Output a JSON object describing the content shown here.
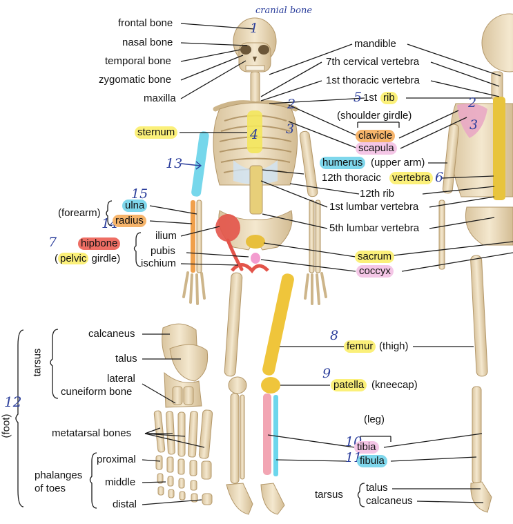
{
  "annotation": {
    "cranial_note": "cranial bone",
    "nums": {
      "n1": "1",
      "n2a": "2",
      "n2b": "2",
      "n3a": "3",
      "n3b": "3",
      "n4": "4",
      "n5": "5",
      "n6": "6",
      "n7": "7",
      "n8": "8",
      "n9": "9",
      "n10": "10",
      "n11": "11",
      "n12": "12",
      "n13": "13",
      "n14": "14",
      "n15": "15"
    }
  },
  "labels": {
    "frontal_bone": "frontal bone",
    "nasal_bone": "nasal bone",
    "temporal_bone": "temporal bone",
    "zygomatic_bone": "zygomatic bone",
    "maxilla": "maxilla",
    "mandible": "mandible",
    "cervical": "7th cervical vertebra",
    "thoracic1": "1st thoracic vertebra",
    "rib1_prefix": "1st",
    "rib": "rib",
    "shoulder_girdle": "(shoulder girdle)",
    "clavicle": "clavicle",
    "scapula": "scapula",
    "sternum": "sternum",
    "humerus": "humerus",
    "upper_arm": "(upper arm)",
    "thoracic12_prefix": "12th thoracic",
    "vertebra": "vertebra",
    "rib12": "12th rib",
    "lumbar1": "1st lumbar vertebra",
    "lumbar5": "5th lumbar vertebra",
    "forearm": "(forearm)",
    "ulna": "ulna",
    "radius": "radius",
    "hipbone": "hipbone",
    "pelvic": "pelvic",
    "girdle": "girdle)",
    "ilium": "ilium",
    "pubis": "pubis",
    "ischium": "ischium",
    "sacrum": "sacrum",
    "coccyx": "coccyx",
    "femur": "femur",
    "thigh": "(thigh)",
    "patella": "patella",
    "kneecap": "(kneecap)",
    "leg": "(leg)",
    "tibia": "tibia",
    "fibula": "fibula",
    "tarsus_right": "tarsus",
    "talus_right": "talus",
    "calcaneus_right": "calcaneus",
    "tarsus_left": "tarsus",
    "calcaneus_left": "calcaneus",
    "talus_left": "talus",
    "lateral": "lateral",
    "cuneiform": "cuneiform bone",
    "foot": "(foot)",
    "metatarsal": "metatarsal bones",
    "proximal": "proximal",
    "phalanges": "phalanges",
    "of_toes": "of toes",
    "middle": "middle",
    "distal": "distal"
  },
  "colors": {
    "yellow": "#fbf07a",
    "orange": "#f6b46b",
    "pink": "#f4b9de",
    "blue": "#7fd7ec",
    "red": "#ee6e64",
    "bone": "#ead9b8",
    "bone_dark": "#c9ad82",
    "ink": "#2c3f9c"
  }
}
